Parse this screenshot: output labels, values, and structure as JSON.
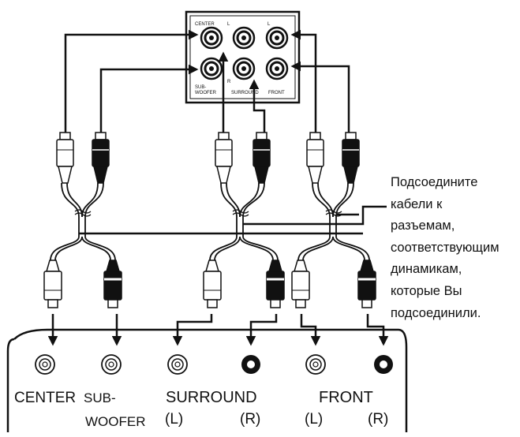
{
  "panel": {
    "labels": {
      "center": "CENTER",
      "l_top": "L",
      "l_top2": "L",
      "sub": "SUB-",
      "woofer": "WOOFER",
      "r_mid": "R",
      "surround": "SURROUND",
      "front": "FRONT"
    }
  },
  "note": {
    "lines": [
      "Подсоедините",
      "кабели к",
      "разъемам,",
      "соответствующим",
      "динамикам,",
      "которые Вы",
      "подсоединили."
    ]
  },
  "terminals": {
    "center": "CENTER",
    "sub": "SUB-",
    "woofer": "WOOFER",
    "surround": "SURROUND",
    "front": "FRONT",
    "surround_l": "(L)",
    "surround_r": "(R)",
    "front_l": "(L)",
    "front_r": "(R)"
  },
  "colors": {
    "line": "#111111",
    "plug_white": "#ffffff",
    "plug_black": "#111111"
  }
}
